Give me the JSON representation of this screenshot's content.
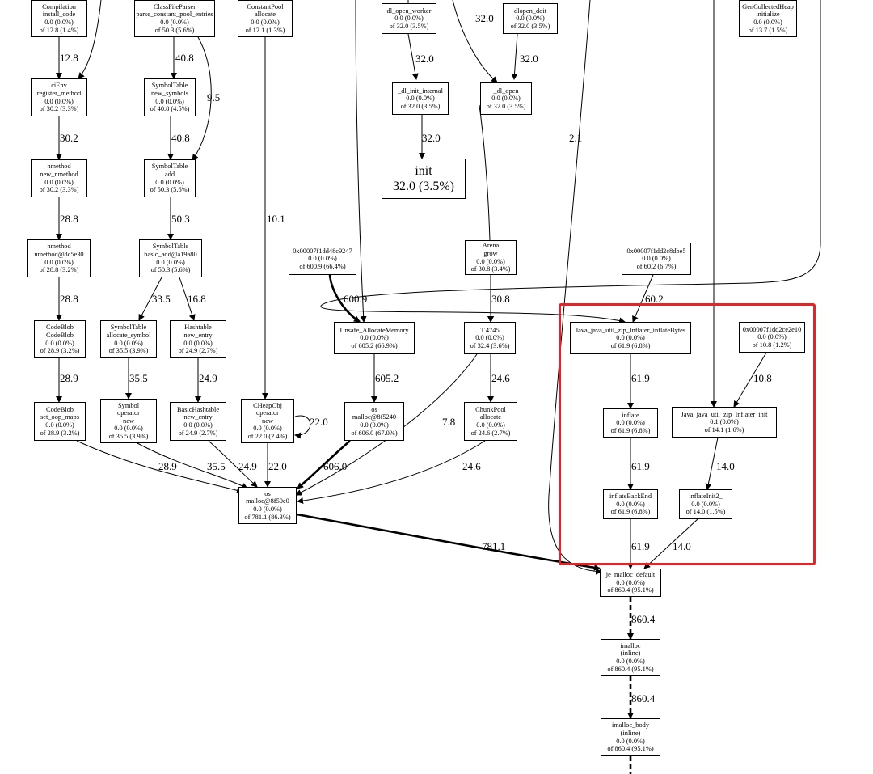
{
  "nodes": [
    {
      "id": "compilation",
      "lines": [
        "Compilation",
        "install_code",
        "0.0 (0.0%)",
        "of 12.8 (1.4%)"
      ]
    },
    {
      "id": "classfileparser",
      "lines": [
        "ClassFileParser",
        "parse_constant_pool_entries",
        "0.0 (0.0%)",
        "of 50.3 (5.6%)"
      ]
    },
    {
      "id": "constantpool",
      "lines": [
        "ConstantPool",
        "allocate",
        "0.0 (0.0%)",
        "of 12.1 (1.3%)"
      ]
    },
    {
      "id": "dl_open_worker",
      "lines": [
        "dl_open_worker",
        "0.0 (0.0%)",
        "of 32.0 (3.5%)"
      ]
    },
    {
      "id": "dlopen_doit",
      "lines": [
        "dlopen_doit",
        "0.0 (0.0%)",
        "of 32.0 (3.5%)"
      ]
    },
    {
      "id": "gencollectedheap",
      "lines": [
        "GenCollectedHeap",
        "initialize",
        "0.0 (0.0%)",
        "of 13.7 (1.5%)"
      ]
    },
    {
      "id": "cienv",
      "lines": [
        "ciEnv",
        "register_method",
        "0.0 (0.0%)",
        "of 30.2 (3.3%)"
      ]
    },
    {
      "id": "symboltable_new",
      "lines": [
        "SymbolTable",
        "new_symbols",
        "0.0 (0.0%)",
        "of 40.8 (4.5%)"
      ]
    },
    {
      "id": "dl_init_internal",
      "lines": [
        "_dl_init_internal",
        "0.0 (0.0%)",
        "of 32.0 (3.5%)"
      ]
    },
    {
      "id": "dl_open",
      "lines": [
        "_dl_open",
        "0.0 (0.0%)",
        "of 32.0 (3.5%)"
      ]
    },
    {
      "id": "nmethod_new",
      "lines": [
        "nmethod",
        "new_nmethod",
        "0.0 (0.0%)",
        "of 30.2 (3.3%)"
      ]
    },
    {
      "id": "symboltable_add",
      "lines": [
        "SymbolTable",
        "add",
        "0.0 (0.0%)",
        "of 50.3 (5.6%)"
      ]
    },
    {
      "id": "init",
      "lines": [
        "init",
        "32.0 (3.5%)"
      ]
    },
    {
      "id": "nmethod_at",
      "lines": [
        "nmethod",
        "nmethod@8c5e30",
        "0.0 (0.0%)",
        "of 28.8 (3.2%)"
      ]
    },
    {
      "id": "symboltable_basic",
      "lines": [
        "SymbolTable",
        "basic_add@a19a80",
        "0.0 (0.0%)",
        "of 50.3 (5.6%)"
      ]
    },
    {
      "id": "addr_9247",
      "lines": [
        "0x00007f1dd48c9247",
        "0.0 (0.0%)",
        "of 600.9 (66.4%)"
      ]
    },
    {
      "id": "arena_grow",
      "lines": [
        "Arena",
        "grow",
        "0.0 (0.0%)",
        "of 30.8 (3.4%)"
      ]
    },
    {
      "id": "addr_dbe5",
      "lines": [
        "0x00007f1dd2c8dbe5",
        "0.0 (0.0%)",
        "of 60.2 (6.7%)"
      ]
    },
    {
      "id": "codeblob_codeblob",
      "lines": [
        "CodeBlob",
        "CodeBlob",
        "0.0 (0.0%)",
        "of 28.9 (3.2%)"
      ]
    },
    {
      "id": "symboltable_alloc",
      "lines": [
        "SymbolTable",
        "allocate_symbol",
        "0.0 (0.0%)",
        "of 35.5 (3.9%)"
      ]
    },
    {
      "id": "hashtable_new",
      "lines": [
        "Hashtable",
        "new_entry",
        "0.0 (0.0%)",
        "of 24.9 (2.7%)"
      ]
    },
    {
      "id": "unsafe_alloc",
      "lines": [
        "Unsafe_AllocateMemory",
        "0.0 (0.0%)",
        "of 605.2 (66.9%)"
      ]
    },
    {
      "id": "t4745",
      "lines": [
        "T.4745",
        "0.0 (0.0%)",
        "of 32.4 (3.6%)"
      ]
    },
    {
      "id": "inflatebytes",
      "lines": [
        "Java_java_util_zip_Inflater_inflateBytes",
        "0.0 (0.0%)",
        "of 61.9 (6.8%)"
      ]
    },
    {
      "id": "addr_2e10",
      "lines": [
        "0x00007f1dd2ce2e10",
        "0.0 (0.0%)",
        "of 10.8 (1.2%)"
      ]
    },
    {
      "id": "codeblob_set",
      "lines": [
        "CodeBlob",
        "set_oop_maps",
        "0.0 (0.0%)",
        "of 28.9 (3.2%)"
      ]
    },
    {
      "id": "symbol_new",
      "lines": [
        "Symbol",
        "operator",
        "new",
        "0.0 (0.0%)",
        "of 35.5 (3.9%)"
      ]
    },
    {
      "id": "basichashtable",
      "lines": [
        "BasicHashtable",
        "new_entry",
        "0.0 (0.0%)",
        "of 24.9 (2.7%)"
      ]
    },
    {
      "id": "cheapobj",
      "lines": [
        "CHeapObj",
        "operator",
        "new",
        "0.0 (0.0%)",
        "of 22.0 (2.4%)"
      ]
    },
    {
      "id": "os_malloc_5240",
      "lines": [
        "os",
        "malloc@8f5240",
        "0.0 (0.0%)",
        "of 606.0 (67.0%)"
      ]
    },
    {
      "id": "chunkpool",
      "lines": [
        "ChunkPool",
        "allocate",
        "0.0 (0.0%)",
        "of 24.6 (2.7%)"
      ]
    },
    {
      "id": "inflate",
      "lines": [
        "inflate",
        "0.0 (0.0%)",
        "of 61.9 (6.8%)"
      ]
    },
    {
      "id": "inflater_init",
      "lines": [
        "Java_java_util_zip_Inflater_init",
        "0.1 (0.0%)",
        "of 14.1 (1.6%)"
      ]
    },
    {
      "id": "os_malloc_50e0",
      "lines": [
        "os",
        "malloc@8f50e0",
        "0.0 (0.0%)",
        "of 781.1 (86.3%)"
      ]
    },
    {
      "id": "inflatebackend",
      "lines": [
        "inflateBackEnd",
        "0.0 (0.0%)",
        "of 61.9 (6.8%)"
      ]
    },
    {
      "id": "inflateinit2",
      "lines": [
        "inflateInit2_",
        "0.0 (0.0%)",
        "of 14.0 (1.5%)"
      ]
    },
    {
      "id": "je_malloc",
      "lines": [
        "je_malloc_default",
        "0.0 (0.0%)",
        "of 860.4 (95.1%)"
      ]
    },
    {
      "id": "imalloc",
      "lines": [
        "imalloc",
        "(inline)",
        "0.0 (0.0%)",
        "of 860.4 (95.1%)"
      ]
    },
    {
      "id": "imalloc_body",
      "lines": [
        "imalloc_body",
        "(inline)",
        "0.0 (0.0%)",
        "of 860.4 (95.1%)"
      ]
    }
  ],
  "edges": [
    {
      "id": "e_comp_cienv",
      "label": "12.8"
    },
    {
      "id": "e_cfp_symnew",
      "label": "40.8"
    },
    {
      "id": "e_cfp_symadd",
      "label": "9.5"
    },
    {
      "id": "e_cienv_nm",
      "label": "30.2"
    },
    {
      "id": "e_symnew_add",
      "label": "40.8"
    },
    {
      "id": "e_nm_nmat",
      "label": "28.8"
    },
    {
      "id": "e_add_basic",
      "label": "50.3"
    },
    {
      "id": "e_nmat_cb",
      "label": "28.8"
    },
    {
      "id": "e_basic_alloc",
      "label": "33.5"
    },
    {
      "id": "e_basic_hash",
      "label": "16.8"
    },
    {
      "id": "e_cb_set",
      "label": "28.9"
    },
    {
      "id": "e_alloc_symnew",
      "label": "35.5"
    },
    {
      "id": "e_hash_basichash",
      "label": "24.9"
    },
    {
      "id": "e_cp_cheap",
      "label": "10.1"
    },
    {
      "id": "e_cheap_self",
      "label": "22.0"
    },
    {
      "id": "e_dlw_dlinit",
      "label": "32.0"
    },
    {
      "id": "e_dlinit_init",
      "label": "32.0"
    },
    {
      "id": "e_dlopen_loop",
      "label": "32.0"
    },
    {
      "id": "e_doit_dlopen",
      "label": "32.0"
    },
    {
      "id": "e_9247_unsafe",
      "label": "600.9"
    },
    {
      "id": "e_unsafe_os5240",
      "label": "605.2"
    },
    {
      "id": "e_arena_t4745",
      "label": "30.8"
    },
    {
      "id": "e_t4745_chunk",
      "label": "24.6"
    },
    {
      "id": "e_t4745_os",
      "label": "7.8"
    },
    {
      "id": "e_dbe5_inflbytes",
      "label": "60.2"
    },
    {
      "id": "e_inflbytes_inflate",
      "label": "61.9"
    },
    {
      "id": "e_2e10_init",
      "label": "10.8"
    },
    {
      "id": "e_inflate_backend",
      "label": "61.9"
    },
    {
      "id": "e_init_init2",
      "label": "14.0"
    },
    {
      "id": "e_set_os",
      "label": "28.9"
    },
    {
      "id": "e_symnew_os",
      "label": "35.5"
    },
    {
      "id": "e_basichash_os",
      "label": "24.9"
    },
    {
      "id": "e_cheap_os",
      "label": "22.0"
    },
    {
      "id": "e_os5240_os",
      "label": "606.0"
    },
    {
      "id": "e_chunk_os",
      "label": "24.6"
    },
    {
      "id": "e_os_je",
      "label": "781.1"
    },
    {
      "id": "e_backend_je",
      "label": "61.9"
    },
    {
      "id": "e_init2_je",
      "label": "14.0"
    },
    {
      "id": "e_long_je",
      "label": "2.1"
    },
    {
      "id": "e_je_imalloc",
      "label": "860.4"
    },
    {
      "id": "e_imalloc_body",
      "label": "860.4"
    }
  ],
  "colors": {
    "stroke": "#000000",
    "highlight": "#e0262b",
    "background": "#ffffff"
  }
}
